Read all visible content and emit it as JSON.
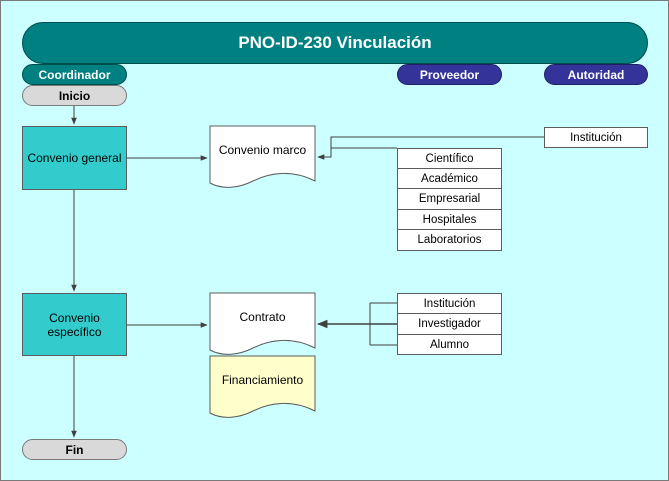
{
  "title": "PNO-ID-230 Vinculación",
  "lanes": {
    "coordinador": "Coordinador",
    "proveedor": "Proveedor",
    "autoridad": "Autoridad"
  },
  "flow": {
    "inicio": "Inicio",
    "convenio_general": "Convenio general",
    "convenio_especifico": "Convenio específico",
    "fin": "Fin"
  },
  "documents": {
    "convenio_marco": "Convenio marco",
    "contrato": "Contrato",
    "financiamiento": "Financiamiento"
  },
  "autoridad": {
    "institucion": "Institución"
  },
  "proveedor_marco": [
    "Científico",
    "Académico",
    "Empresarial",
    "Hospitales",
    "Laboratorios"
  ],
  "proveedor_contrato": [
    "Institución",
    "Investigador",
    "Alumno"
  ],
  "colors": {
    "background": "#ccffff",
    "teal": "#008080",
    "navy": "#333399",
    "process_fill": "#33cccc",
    "terminal_fill": "#d9d9d9",
    "financing_fill": "#ffffcc"
  }
}
